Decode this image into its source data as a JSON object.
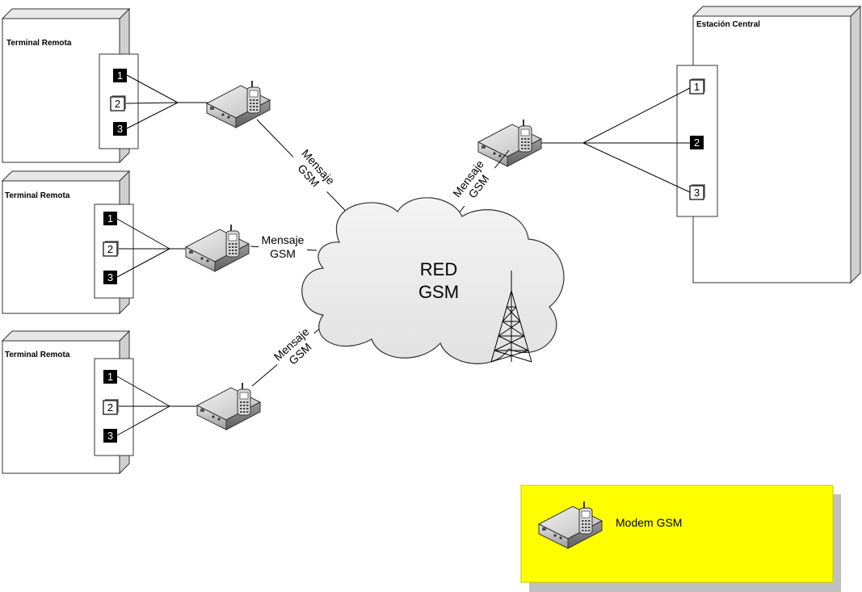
{
  "terminals": [
    {
      "title": "Terminal Remota",
      "ports": [
        {
          "num": "1",
          "style": "dark"
        },
        {
          "num": "2",
          "style": "light"
        },
        {
          "num": "3",
          "style": "dark"
        }
      ]
    },
    {
      "title": "Terminal Remota",
      "ports": [
        {
          "num": "1",
          "style": "dark"
        },
        {
          "num": "2",
          "style": "light"
        },
        {
          "num": "3",
          "style": "dark"
        }
      ]
    },
    {
      "title": "Terminal Remota",
      "ports": [
        {
          "num": "1",
          "style": "dark"
        },
        {
          "num": "2",
          "style": "light"
        },
        {
          "num": "3",
          "style": "dark"
        }
      ]
    }
  ],
  "central": {
    "title": "Estación Central",
    "ports": [
      {
        "num": "1",
        "style": "light"
      },
      {
        "num": "2",
        "style": "dark"
      },
      {
        "num": "3",
        "style": "light"
      }
    ]
  },
  "messages": [
    {
      "line1": "Mensaje",
      "line2": "GSM"
    },
    {
      "line1": "Mensaje",
      "line2": "GSM"
    },
    {
      "line1": "Mensaje",
      "line2": "GSM"
    },
    {
      "line1": "Mensaje",
      "line2": "GSM"
    }
  ],
  "cloud": {
    "line1": "RED",
    "line2": "GSM"
  },
  "legend": {
    "label": "Modem GSM",
    "background": "#ffff00"
  },
  "icons": [
    "gsm-modem-icon",
    "antenna-tower-icon",
    "network-cloud-icon"
  ]
}
